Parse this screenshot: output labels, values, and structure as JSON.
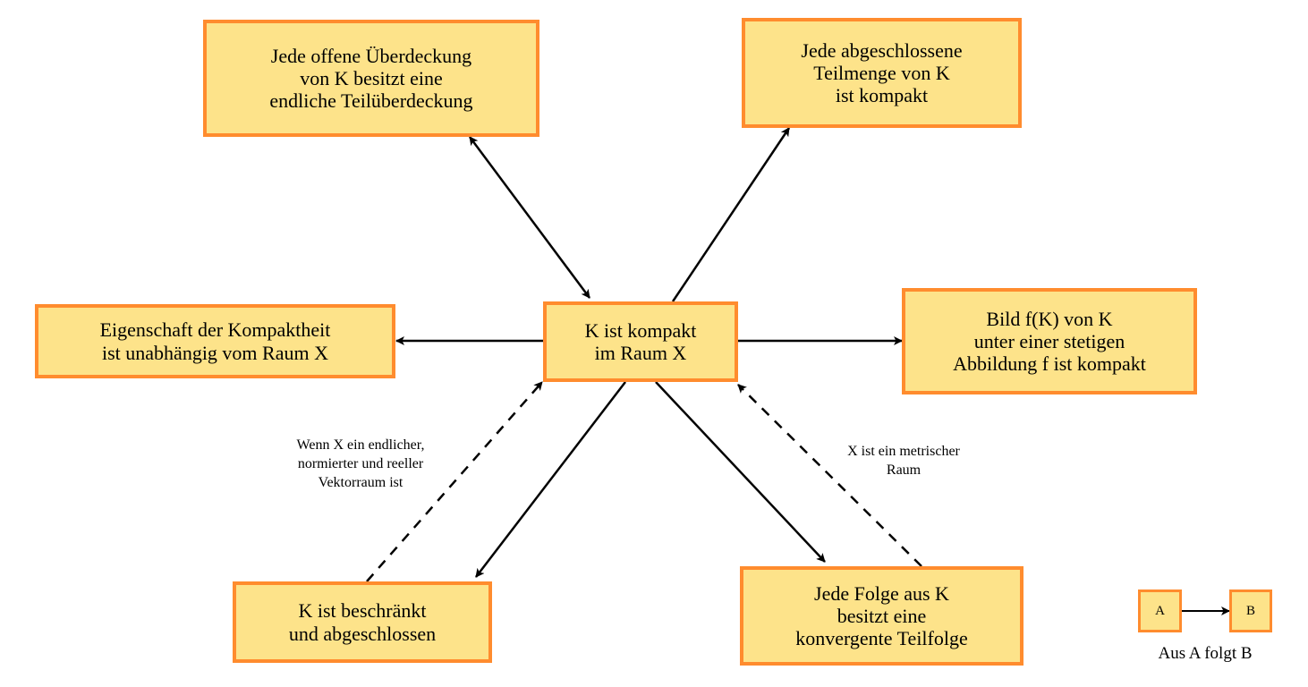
{
  "nodes": {
    "center": "K ist kompakt\nim Raum X",
    "cover": "Jede offene Überdeckung\nvon K besitzt eine\nendliche Teilüberdeckung",
    "closed_subset": "Jede abgeschlossene\nTeilmenge von K\nist kompakt",
    "independent": "Eigenschaft der Kompaktheit\nist unabhängig vom Raum X",
    "image": "Bild f(K) von K\nunter einer stetigen\nAbbildung f ist kompakt",
    "bounded_closed": "K ist beschränkt\nund abgeschlossen",
    "sequence": "Jede Folge aus K\nbesitzt eine\nkonvergente Teilfolge"
  },
  "edge_labels": {
    "finite_dim": "Wenn X ein endlicher,\nnormierter und reeller\nVektorraum ist",
    "metric": "X ist ein metrischer\nRaum"
  },
  "legend": {
    "a": "A",
    "b": "B",
    "caption": "Aus A folgt B"
  },
  "colors": {
    "box_fill": "#fde38a",
    "box_border": "#ff8c2e",
    "arrow": "#000000"
  }
}
